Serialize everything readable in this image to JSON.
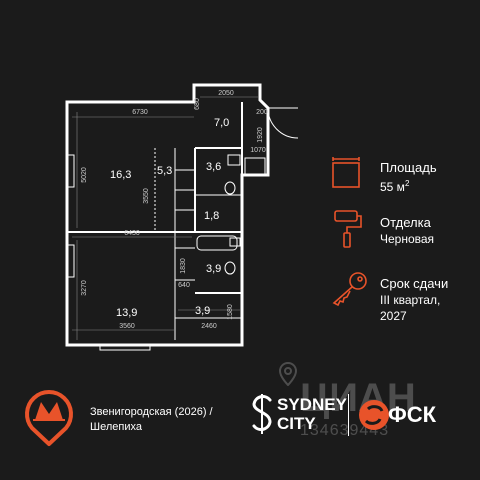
{
  "plan": {
    "rooms": [
      {
        "id": "room-living",
        "area": "16,3"
      },
      {
        "id": "room-kitchen",
        "area": "5,3"
      },
      {
        "id": "room-hall-top",
        "area": "7,0"
      },
      {
        "id": "room-bath-top",
        "area": "3,6"
      },
      {
        "id": "room-corridor",
        "area": "1,8"
      },
      {
        "id": "room-bath-mid",
        "area": "3,9"
      },
      {
        "id": "room-bedroom",
        "area": "13,9"
      },
      {
        "id": "room-closet",
        "area": "3,9"
      }
    ],
    "dimensions": {
      "top_left": "6730",
      "top_small": "680",
      "top_right": "2050",
      "entry": "200",
      "entry_vertical": "1920",
      "bath_width": "1070",
      "left_height": "5020",
      "kitchen_height": "3550",
      "mid_width": "6430",
      "bedroom_height": "3270",
      "corridor_height": "1830",
      "small_width": "640",
      "bedroom_width": "3560",
      "closet_width": "2460",
      "closet_height": "1580"
    }
  },
  "info": {
    "area_label": "Площадь",
    "area_value": "55 м",
    "area_unit_sup": "2",
    "finish_label": "Отделка",
    "finish_value": "Черновая",
    "deadline_label": "Срок сдачи",
    "deadline_value_line1": "III квартал,",
    "deadline_value_line2": "2027"
  },
  "footer": {
    "metro_line1": "Звенигородская (2026) /",
    "metro_line2": "Шелепиха",
    "brand_sydney_line1": "SYDNEY",
    "brand_sydney_line2": "CITY",
    "brand_fsk": "ФСК",
    "watermark_text": "ЦИАН",
    "watermark_id": "134639443"
  },
  "colors": {
    "accent": "#e8532a",
    "background": "#1b1b1b",
    "wall": "#ffffff"
  }
}
